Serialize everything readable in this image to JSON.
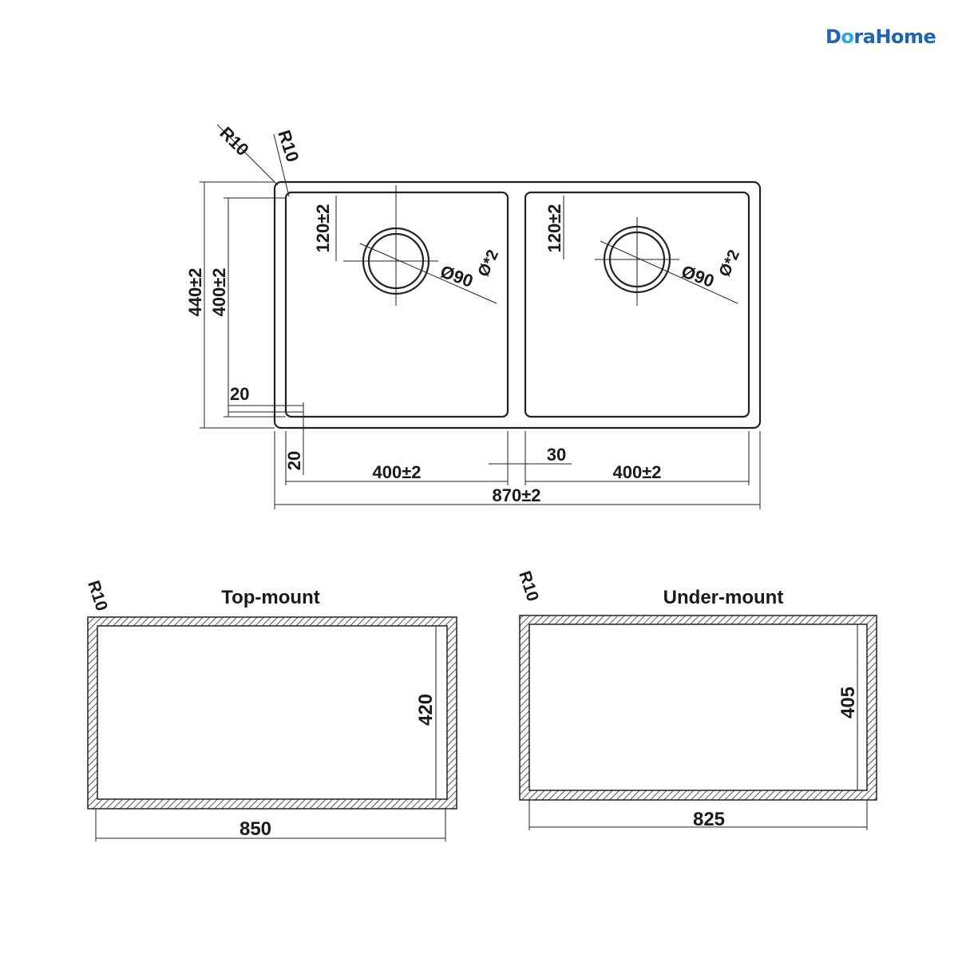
{
  "brand": {
    "name_prefix": "D",
    "name_dot": "o",
    "name_suffix": "raHome"
  },
  "plan": {
    "corner_outer": "R10",
    "corner_inner": "R10",
    "height_outer": "440±2",
    "height_inner": "400±2",
    "drain_offset_left": "120±2",
    "drain_offset_right": "120±2",
    "drain_dia_left": "Ø90",
    "drain_dia_right": "Ø90",
    "drain_sym_left": "Ø*2",
    "drain_sym_right": "Ø*2",
    "rim_left": "20",
    "rim_bottom": "20",
    "bowl_left_width": "400±2",
    "divider_width": "30",
    "bowl_right_width": "400±2",
    "total_width": "870±2"
  },
  "topmount": {
    "title": "Top-mount",
    "corner": "R10",
    "height": "420",
    "width": "850"
  },
  "undermount": {
    "title": "Under-mount",
    "corner": "R10",
    "height": "405",
    "width": "825"
  },
  "colors": {
    "brand": "#1f63b5",
    "brand_accent": "#2aa8e8",
    "line": "#222222"
  }
}
